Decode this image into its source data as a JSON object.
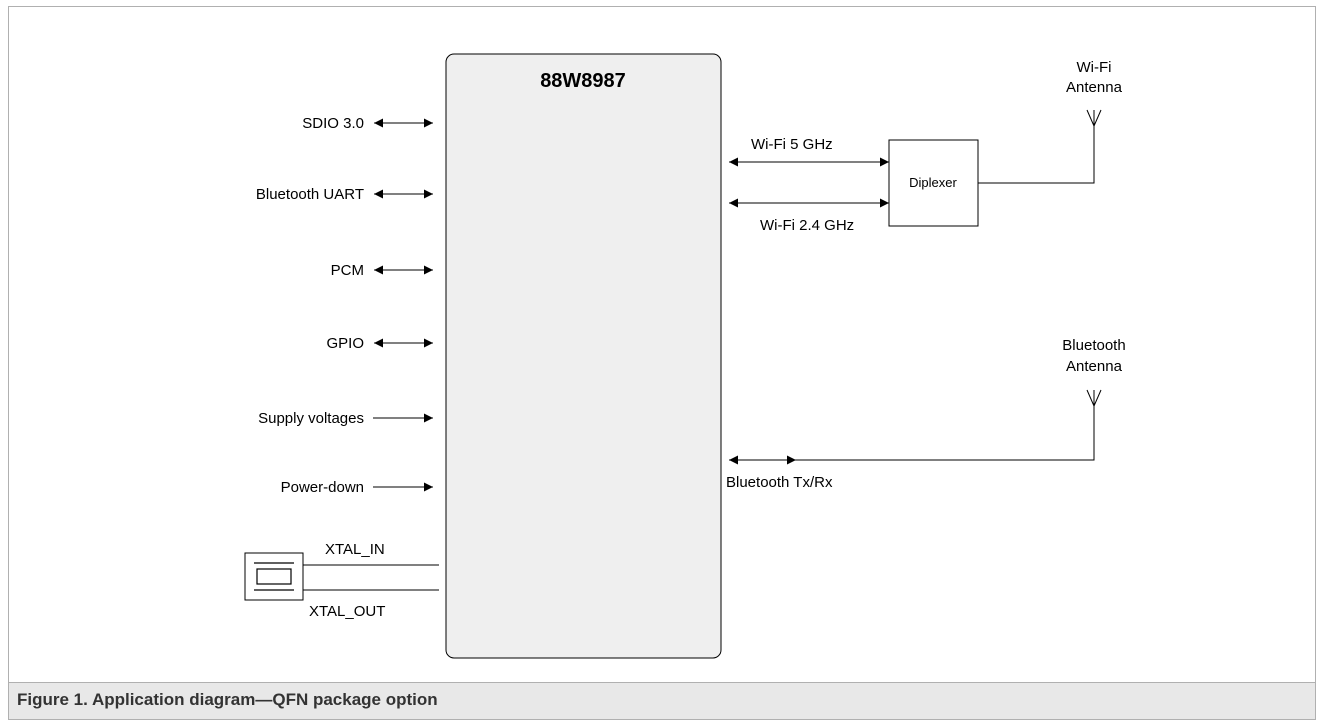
{
  "chip": {
    "name": "88W8987"
  },
  "left_signals": [
    {
      "label": "SDIO 3.0",
      "direction": "bidirectional"
    },
    {
      "label": "Bluetooth UART",
      "direction": "bidirectional"
    },
    {
      "label": "PCM",
      "direction": "bidirectional"
    },
    {
      "label": "GPIO",
      "direction": "bidirectional"
    },
    {
      "label": "Supply voltages",
      "direction": "input"
    },
    {
      "label": "Power-down",
      "direction": "input"
    }
  ],
  "crystal": {
    "in_label": "XTAL_IN",
    "out_label": "XTAL_OUT"
  },
  "right_signals": {
    "wifi5": "Wi-Fi 5  GHz",
    "wifi24": "Wi-Fi 2.4 GHz",
    "bt": "Bluetooth Tx/Rx"
  },
  "diplexer": {
    "label": "Diplexer"
  },
  "antennas": {
    "wifi": {
      "line1": "Wi-Fi",
      "line2": "Antenna"
    },
    "bt": {
      "line1": "Bluetooth",
      "line2": "Antenna"
    }
  },
  "caption": "Figure 1.  Application diagram—QFN package option"
}
